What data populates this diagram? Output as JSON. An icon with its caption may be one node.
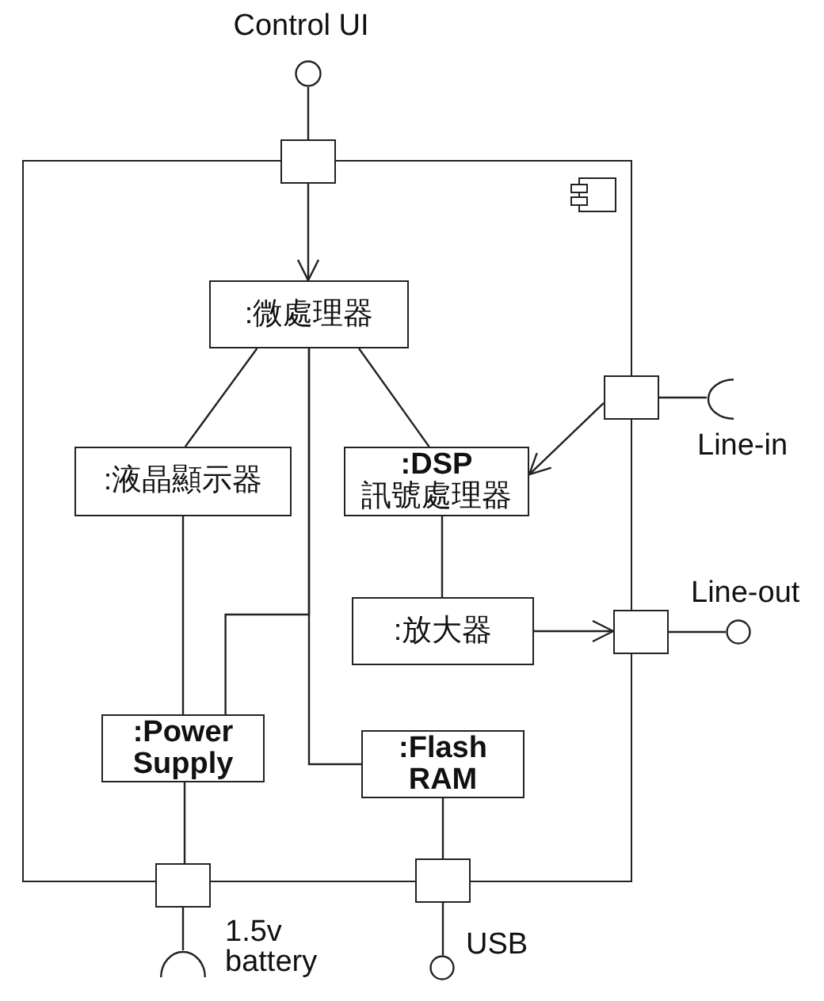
{
  "diagram": {
    "nodes": [
      {
        "text": [],
        "shape": "circle",
        "beside": [
          "Control UI"
        ]
      },
      {
        "text": [],
        "shape": "box"
      },
      {
        "text": [],
        "shape": "box"
      },
      {
        "text": [
          ":微處理器"
        ],
        "in": 2
      },
      {
        "text": [],
        "shape": "box"
      },
      {
        "text": [],
        "shape": "arc",
        "beside": [
          "Line-in"
        ]
      },
      {
        "text": [
          ":液晶顯示器"
        ],
        "in": 2
      },
      {
        "text": [
          "**:DSP** 訊號處理器"
        ],
        "in": 2
      },
      {
        "text": [
          ":放大器"
        ],
        "in": 2
      },
      {
        "text": [],
        "shape": "box"
      },
      {
        "text": [],
        "shape": "circle",
        "beside": [
          "Line-out"
        ]
      },
      {
        "text": [
          ":Power Supply"
        ],
        "in": 2
      },
      {
        "text": [
          ":Flash RAM"
        ],
        "in": 2
      },
      {
        "text": [],
        "shape": "box"
      },
      {
        "text": [],
        "shape": "box"
      },
      {
        "text": [],
        "shape": "arc",
        "beside": [
          "1.5v battery"
        ]
      },
      {
        "text": [],
        "shape": "circle",
        "beside": [
          "USB"
        ]
      }
    ],
    "edges": [
      {
        "from": 0,
        "to": 1,
        "arrow": "none"
      },
      {
        "from": 1,
        "to": 3,
        "arrow": "to"
      },
      {
        "from": 3,
        "to": 6,
        "arrow": "none"
      },
      {
        "from": 3,
        "to": 7,
        "arrow": "none"
      },
      {
        "from": 4,
        "to": 5,
        "arrow": "none"
      },
      {
        "from": 4,
        "to": 7,
        "arrow": "to"
      },
      {
        "from": 7,
        "to": 8,
        "arrow": "none"
      },
      {
        "from": 8,
        "to": 9,
        "arrow": "to"
      },
      {
        "from": 9,
        "to": 10,
        "arrow": "none"
      },
      {
        "from": 3,
        "to": 11,
        "arrow": "none"
      },
      {
        "from": 3,
        "to": 12,
        "arrow": "none"
      },
      {
        "from": 6,
        "to": 11,
        "arrow": "none"
      },
      {
        "from": 11,
        "to": 13,
        "arrow": "none"
      },
      {
        "from": 13,
        "to": 15,
        "arrow": "none"
      },
      {
        "from": 12,
        "to": 14,
        "arrow": "none"
      },
      {
        "from": 14,
        "to": 16,
        "arrow": "none"
      }
    ]
  }
}
